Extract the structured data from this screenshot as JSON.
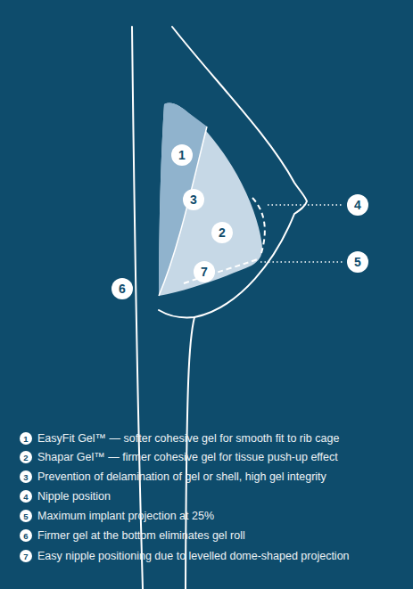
{
  "diagram": {
    "labels": [
      "1",
      "3",
      "2",
      "7",
      "4",
      "5",
      "6",
      "1",
      "EasyFit Gel™ — softer cohesive gel for smooth fit to rib cage",
      "2",
      "Shapar Gel™ — firmer cohesive gel for tissue push-up effect",
      "3",
      "Prevention of delamination of gel or shell, high gel integrity",
      "4",
      "Nipple position",
      "5",
      "Maximum implant projection at 25%",
      "6",
      "Firmer gel at the bottom eliminates gel roll",
      "7",
      "Easy nipple positioning due to levelled dome-shaped projection"
    ]
  }
}
